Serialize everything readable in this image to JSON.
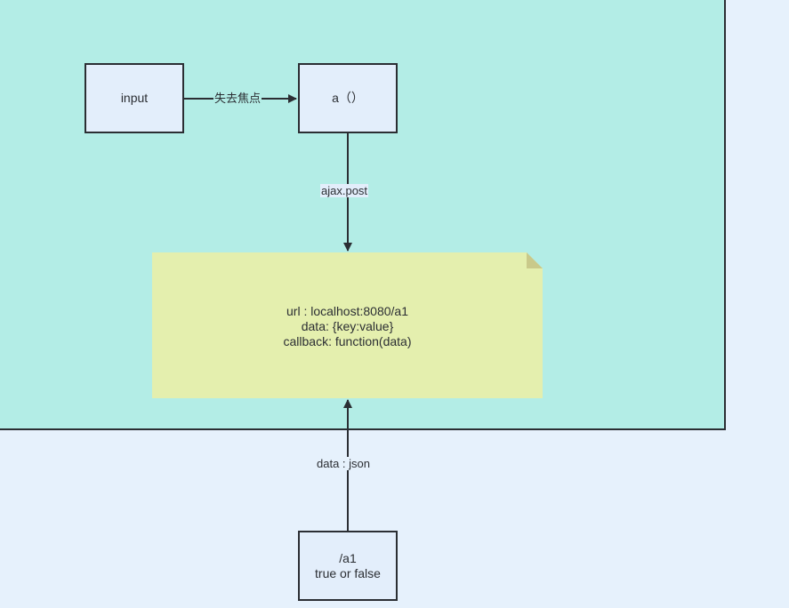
{
  "colors": {
    "page_background": "#e6f1fc",
    "panel_background": "#b3ede6",
    "node_fill": "#e3eefb",
    "note_fill": "#e4efae",
    "note_fold": "#c9c98a",
    "stroke": "#2b2e33"
  },
  "nodes": {
    "input": "input",
    "a_function": "a（）",
    "endpoint_path": "/a1",
    "endpoint_result": "true or false"
  },
  "note": {
    "url_line": "url : localhost:8080/a1",
    "data_line": "data: {key:value}",
    "callback_line": "callback: function(data)"
  },
  "edges": {
    "input_to_a": "失去焦点",
    "a_to_note": "ajax.post",
    "endpoint_to_note": "data : json"
  }
}
